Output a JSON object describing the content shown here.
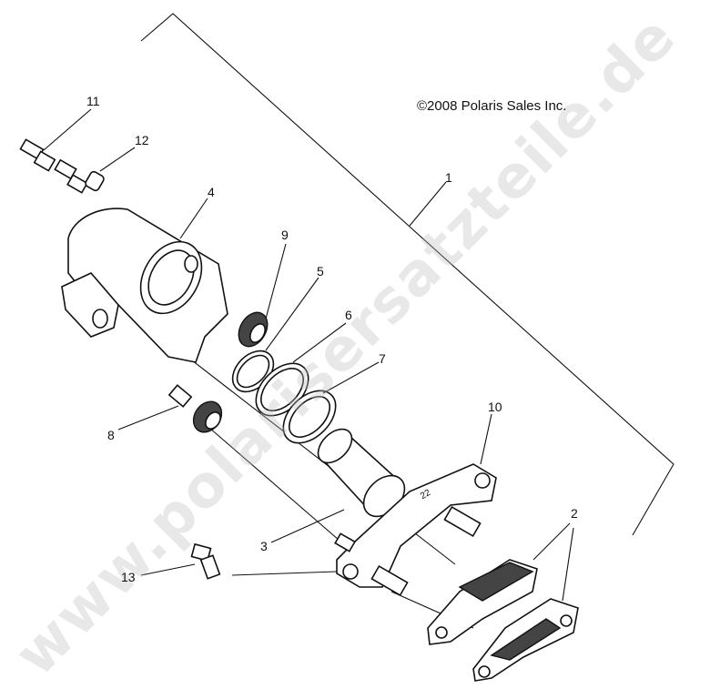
{
  "copyright": "©2008 Polaris Sales Inc.",
  "watermark": "www.polarisersatzteile.de",
  "callouts": [
    {
      "id": "1",
      "label": "1"
    },
    {
      "id": "2",
      "label": "2"
    },
    {
      "id": "3",
      "label": "3"
    },
    {
      "id": "4",
      "label": "4"
    },
    {
      "id": "5",
      "label": "5"
    },
    {
      "id": "6",
      "label": "6"
    },
    {
      "id": "7",
      "label": "7"
    },
    {
      "id": "8",
      "label": "8"
    },
    {
      "id": "9",
      "label": "9"
    },
    {
      "id": "10",
      "label": "10"
    },
    {
      "id": "11",
      "label": "11"
    },
    {
      "id": "12",
      "label": "12"
    },
    {
      "id": "13",
      "label": "13"
    }
  ],
  "stamp": "22"
}
